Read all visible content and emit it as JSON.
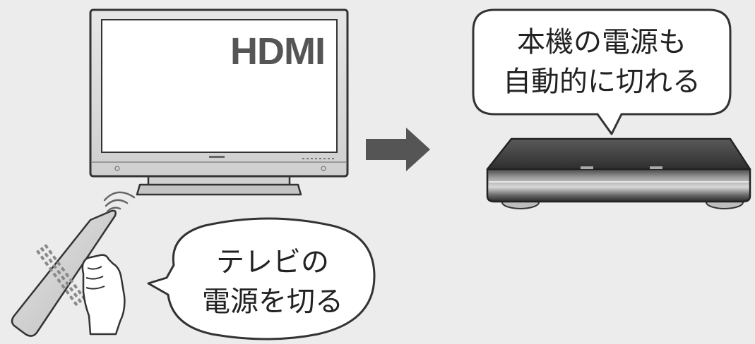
{
  "screen": {
    "hdmi_label": "HDMI"
  },
  "recorder_bubble": {
    "line1": "本機の電源も",
    "line2": "自動的に切れる"
  },
  "remote_bubble": {
    "line1": "テレビの",
    "line2": "電源を切る"
  },
  "colors": {
    "background": "#ececec",
    "outline": "#333333",
    "tv_frame": "#d9d9d9",
    "screen": "#ffffff",
    "arrow": "#555555",
    "recorder_body": "#3a3a3a",
    "bubble_fill": "#ffffff"
  },
  "icons": [
    "tv-icon",
    "remote-control-icon",
    "hand-icon",
    "signal-waves-icon",
    "right-arrow-icon",
    "recorder-icon"
  ]
}
